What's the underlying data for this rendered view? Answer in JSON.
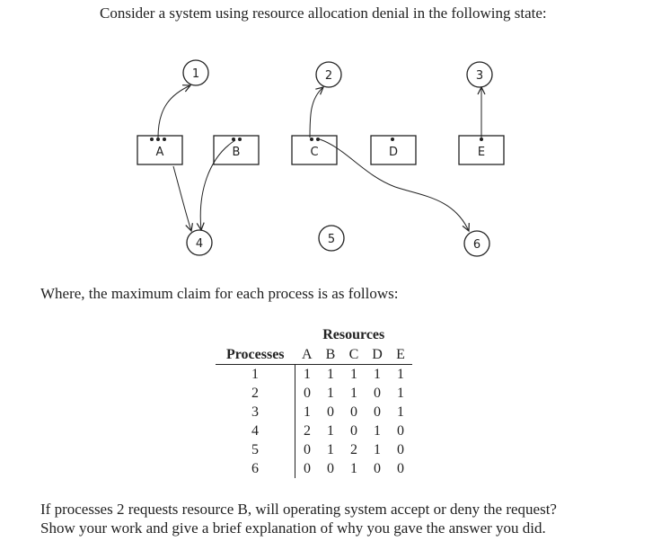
{
  "intro": "Consider a system using resource allocation denial in the following state:",
  "diagram": {
    "processes": [
      "1",
      "2",
      "3",
      "4",
      "5",
      "6"
    ],
    "resources": [
      "A",
      "B",
      "C",
      "D",
      "E"
    ]
  },
  "where_text": "Where, the maximum claim for each process is as follows:",
  "table": {
    "group_header": "Resources",
    "row_header": "Processes",
    "columns": [
      "A",
      "B",
      "C",
      "D",
      "E"
    ],
    "rows": [
      {
        "process": "1",
        "values": [
          "1",
          "1",
          "1",
          "1",
          "1"
        ]
      },
      {
        "process": "2",
        "values": [
          "0",
          "1",
          "1",
          "0",
          "1"
        ]
      },
      {
        "process": "3",
        "values": [
          "1",
          "0",
          "0",
          "0",
          "1"
        ]
      },
      {
        "process": "4",
        "values": [
          "2",
          "1",
          "0",
          "1",
          "0"
        ]
      },
      {
        "process": "5",
        "values": [
          "0",
          "1",
          "2",
          "1",
          "0"
        ]
      },
      {
        "process": "6",
        "values": [
          "0",
          "0",
          "1",
          "0",
          "0"
        ]
      }
    ]
  },
  "question": {
    "line1": "If processes 2 requests resource B, will operating system accept or deny the request?",
    "line2": "Show your work and give a brief explanation of why you gave the answer you did."
  }
}
